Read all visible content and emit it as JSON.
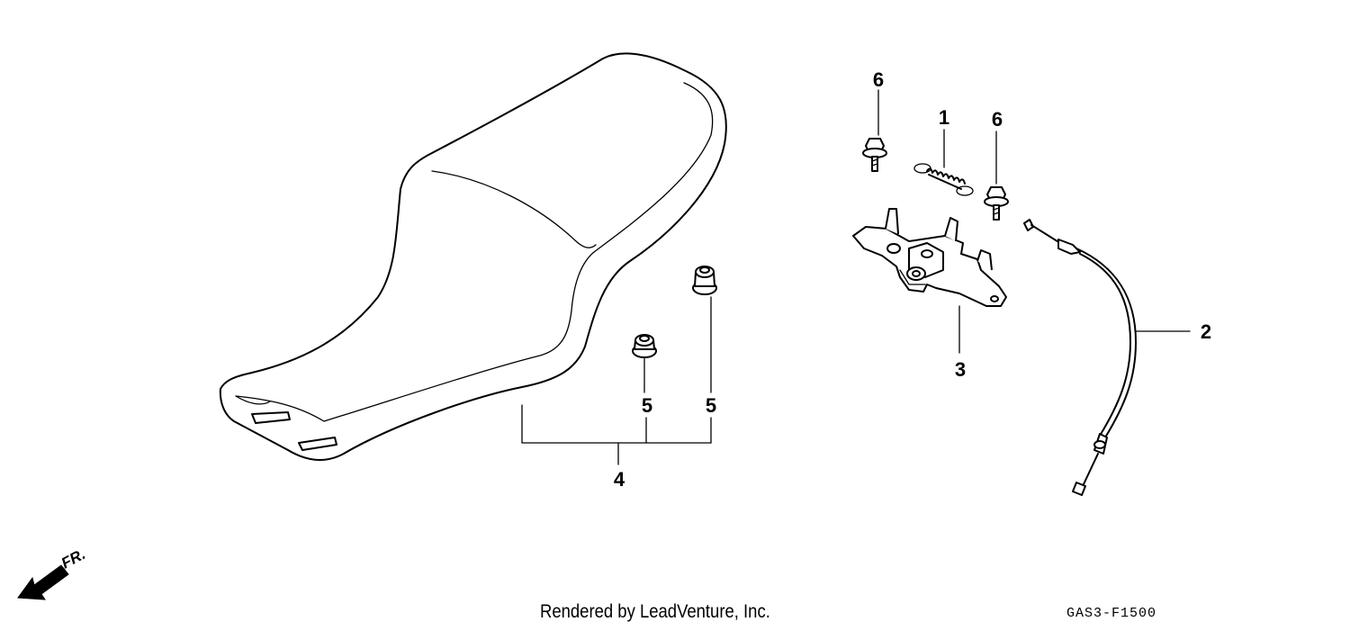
{
  "callouts": {
    "c1": "1",
    "c2": "2",
    "c3": "3",
    "c4": "4",
    "c5a": "5",
    "c5b": "5",
    "c6a": "6",
    "c6b": "6"
  },
  "direction_label": "FR.",
  "credit": "Rendered by LeadVenture, Inc.",
  "diagram_code": "GAS3-F1500"
}
